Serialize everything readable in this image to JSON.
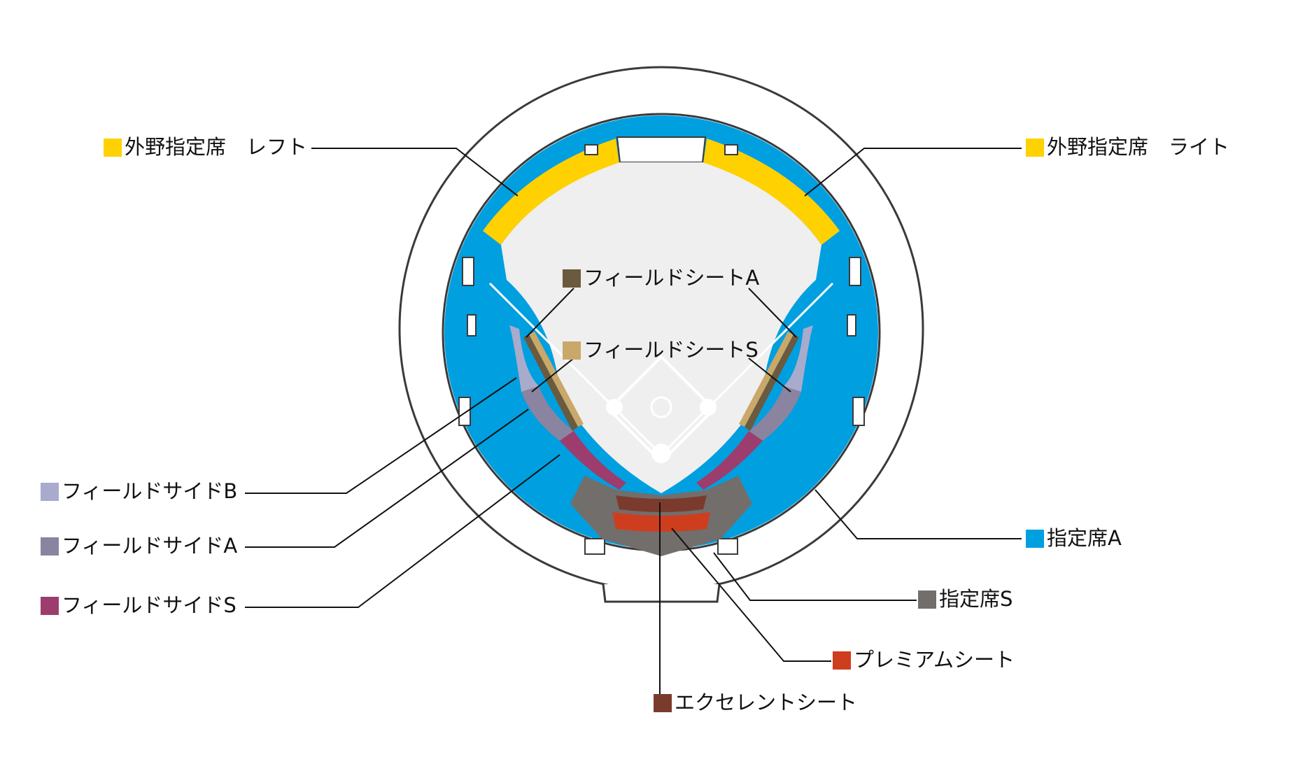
{
  "seat_types": {
    "outfield_left": {
      "label": "外野指定席　レフト",
      "color": "#FFD100"
    },
    "outfield_right": {
      "label": "外野指定席　ライト",
      "color": "#FFD100"
    },
    "field_seat_a": {
      "label": "フィールドシートA",
      "color": "#6B5A3E"
    },
    "field_seat_s": {
      "label": "フィールドシートS",
      "color": "#C9A86A"
    },
    "field_side_b": {
      "label": "フィールドサイドB",
      "color": "#A9ABCC"
    },
    "field_side_a": {
      "label": "フィールドサイドA",
      "color": "#8A84A0"
    },
    "field_side_s": {
      "label": "フィールドサイドS",
      "color": "#9C3D6E"
    },
    "reserved_a": {
      "label": "指定席A",
      "color": "#009FE0"
    },
    "reserved_s": {
      "label": "指定席S",
      "color": "#726E6C"
    },
    "premium_seat": {
      "label": "プレミアムシート",
      "color": "#CF3D1F"
    },
    "excellent_seat": {
      "label": "エクセレントシート",
      "color": "#7A3B2D"
    }
  },
  "colors": {
    "field": "#EFEFEF",
    "outline": "#3A3A3A",
    "background": "#FFFFFF"
  }
}
